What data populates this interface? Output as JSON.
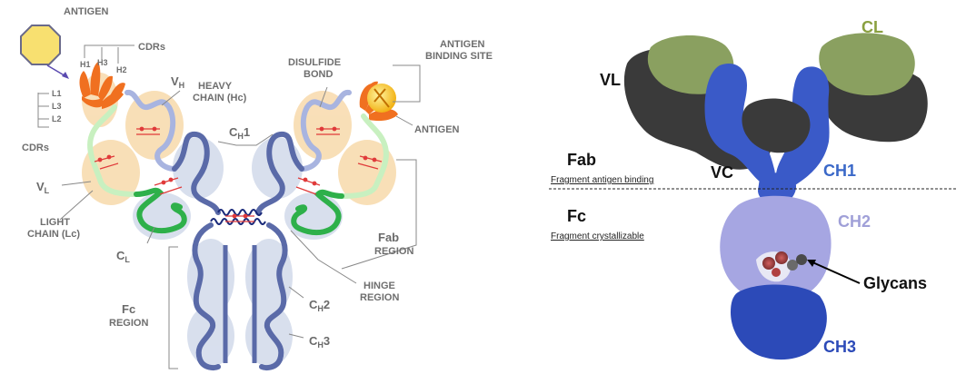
{
  "left": {
    "antigen_top": "ANTIGEN",
    "cdrs_top": "CDRs",
    "h1": "H1",
    "h2": "H2",
    "h3": "H3",
    "l1": "L1",
    "l2": "L2",
    "l3": "L3",
    "cdrs_left": "CDRs",
    "vh": "V",
    "vh_sub": "H",
    "heavy_chain_1": "HEAVY",
    "heavy_chain_2": "CHAIN (Hc)",
    "disulfide_1": "DISULFIDE",
    "disulfide_2": "BOND",
    "abs_1": "ANTIGEN",
    "abs_2": "BINDING SITE",
    "antigen_right": "ANTIGEN",
    "ch1": "C",
    "ch1_sub": "H",
    "ch1_num": "1",
    "vl": "V",
    "vl_sub": "L",
    "light_1": "LIGHT",
    "light_2": "CHAIN (Lc)",
    "cl": "C",
    "cl_sub": "L",
    "fab_1": "Fab",
    "fab_2": "REGION",
    "hinge_1": "HINGE",
    "hinge_2": "REGION",
    "fc_1": "Fc",
    "fc_2": "REGION",
    "ch2": "C",
    "ch2_sub": "H",
    "ch2_num": "2",
    "ch3": "C",
    "ch3_sub": "H",
    "ch3_num": "3"
  },
  "right": {
    "cl": "CL",
    "vl": "VL",
    "fab": "Fab",
    "fab_desc": "Fragment antigen binding",
    "vc": "VC",
    "ch1": "CH1",
    "fc": "Fc",
    "fc_desc": "Fragment crystallizable",
    "ch2": "CH2",
    "glycans": "Glycans",
    "ch3": "CH3"
  },
  "colors": {
    "heavy_chain": "#5a6aa8",
    "light_chain": "#a8e0a8",
    "constant_light": "#2eb04a",
    "cdr": "#f07020",
    "antigen": "#f8d860",
    "disulfide": "#e03a3a",
    "domain_bg_peach": "#f8dcb0",
    "domain_bg_blue": "#d4dcec",
    "struct_black": "#3a3a3a",
    "struct_green": "#8aa060",
    "struct_blue": "#3a5ac8",
    "struct_lavender": "#a6a6e2",
    "struct_darkblue": "#2c4ab8"
  }
}
